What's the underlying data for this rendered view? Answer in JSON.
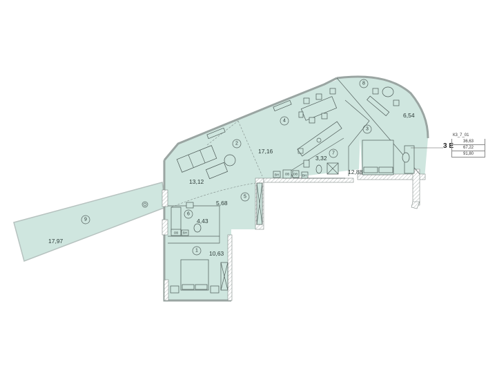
{
  "legend": {
    "building_code": "К3_7_01",
    "apartment_type": "3 Е",
    "areas": [
      "36,63",
      "67,22",
      "91,80"
    ]
  },
  "rooms": [
    {
      "number": "1",
      "area": "10,63"
    },
    {
      "number": "2",
      "area": "17,16"
    },
    {
      "number": "3",
      "area": "12,88"
    },
    {
      "number": "4",
      "area": ""
    },
    {
      "number": "5",
      "area": "5,68"
    },
    {
      "number": "6",
      "area": "4,43"
    },
    {
      "number": "7",
      "area": "3,32"
    },
    {
      "number": "8",
      "area": "6,54"
    },
    {
      "number": "9",
      "area": "17,97"
    }
  ],
  "extra_area_labels": {
    "hall_2": "13,12"
  },
  "fixture_labels": {
    "vn": "ВН",
    "ov": "ОВ"
  },
  "colors": {
    "floor_fill": "#cfe6df",
    "wall": "#9aa5a2",
    "line": "#4a5754",
    "background": "#ffffff"
  }
}
